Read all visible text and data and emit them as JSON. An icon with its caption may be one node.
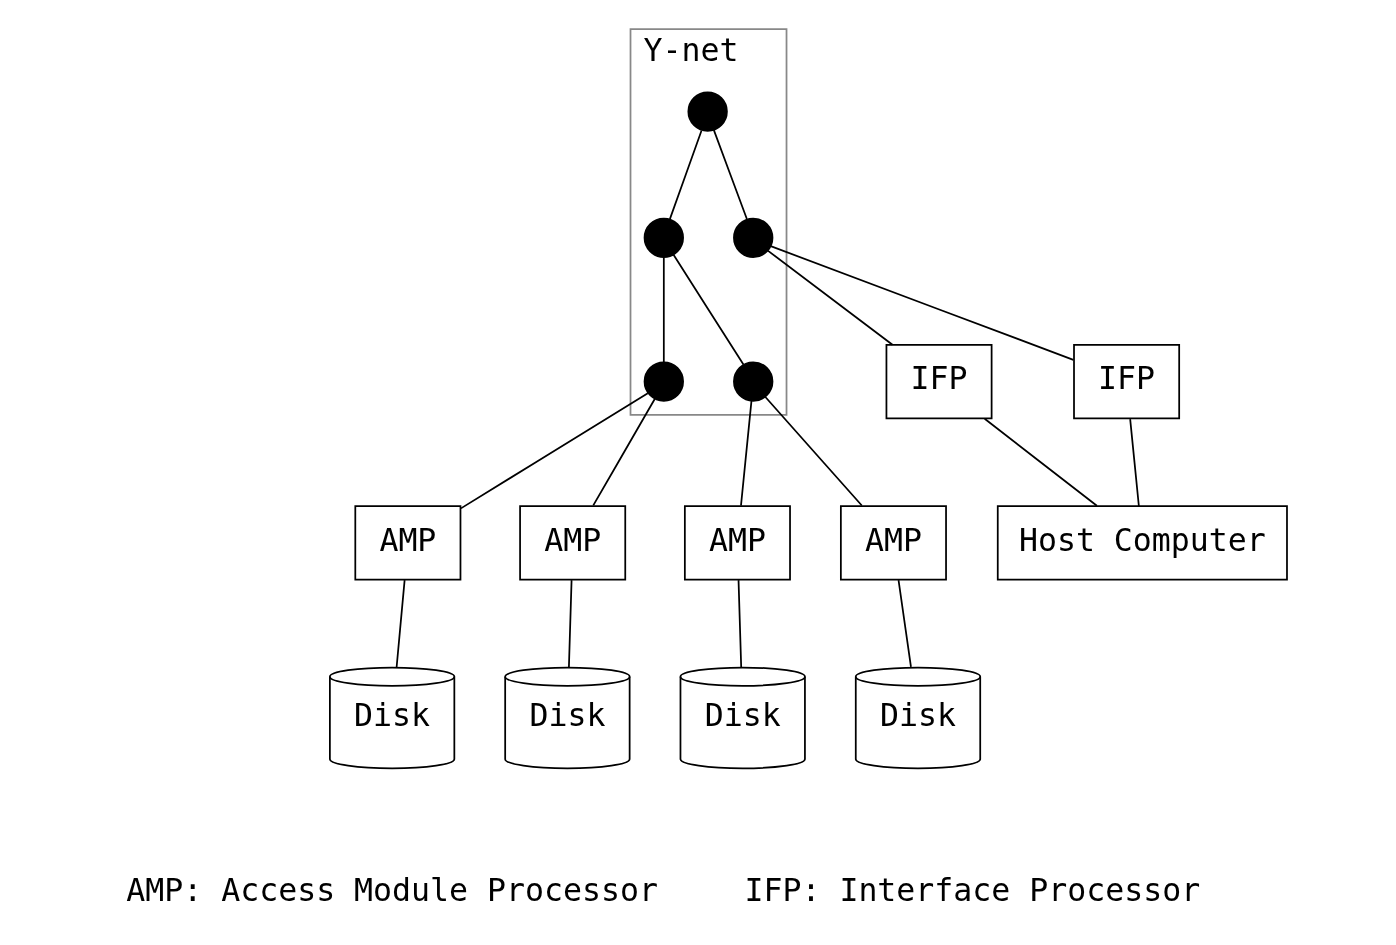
{
  "diagram": {
    "nodes": [
      {
        "text": [
          "Y-net"
        ]
      },
      {
        "text": [],
        "shape": "circle",
        "in": 0
      },
      {
        "text": [],
        "shape": "circle",
        "in": 0
      },
      {
        "text": [],
        "shape": "circle",
        "in": 0
      },
      {
        "text": [],
        "shape": "circle",
        "in": 0
      },
      {
        "text": [],
        "shape": "circle",
        "in": 0
      },
      {
        "text": [
          "AMP"
        ]
      },
      {
        "text": [
          "AMP"
        ]
      },
      {
        "text": [
          "AMP"
        ]
      },
      {
        "text": [
          "AMP"
        ]
      },
      {
        "text": [
          "IFP"
        ]
      },
      {
        "text": [
          "IFP"
        ]
      },
      {
        "text": [
          "Disk"
        ]
      },
      {
        "text": [
          "Disk"
        ]
      },
      {
        "text": [
          "Disk"
        ]
      },
      {
        "text": [
          "Disk"
        ]
      },
      {
        "text": [
          "Host Computer"
        ]
      }
    ],
    "edges": [
      {
        "from": 1,
        "to": 2,
        "arrow": "none"
      },
      {
        "from": 1,
        "to": 5,
        "arrow": "none"
      },
      {
        "from": 2,
        "to": 3,
        "arrow": "none"
      },
      {
        "from": 2,
        "to": 4,
        "arrow": "none"
      },
      {
        "from": 3,
        "to": 6,
        "arrow": "none"
      },
      {
        "from": 3,
        "to": 7,
        "arrow": "none"
      },
      {
        "from": 4,
        "to": 8,
        "arrow": "none"
      },
      {
        "from": 4,
        "to": 9,
        "arrow": "none"
      },
      {
        "from": 5,
        "to": 10,
        "arrow": "none"
      },
      {
        "from": 5,
        "to": 11,
        "arrow": "none"
      },
      {
        "from": 6,
        "to": 12,
        "arrow": "none"
      },
      {
        "from": 7,
        "to": 13,
        "arrow": "none"
      },
      {
        "from": 8,
        "to": 14,
        "arrow": "none"
      },
      {
        "from": 9,
        "to": 15,
        "arrow": "none"
      },
      {
        "from": 10,
        "to": 16,
        "arrow": "none"
      },
      {
        "from": 11,
        "to": 16,
        "arrow": "none"
      }
    ],
    "labels": [
      "AMP: Access Module Processor",
      "IFP: Interface Processor"
    ]
  }
}
